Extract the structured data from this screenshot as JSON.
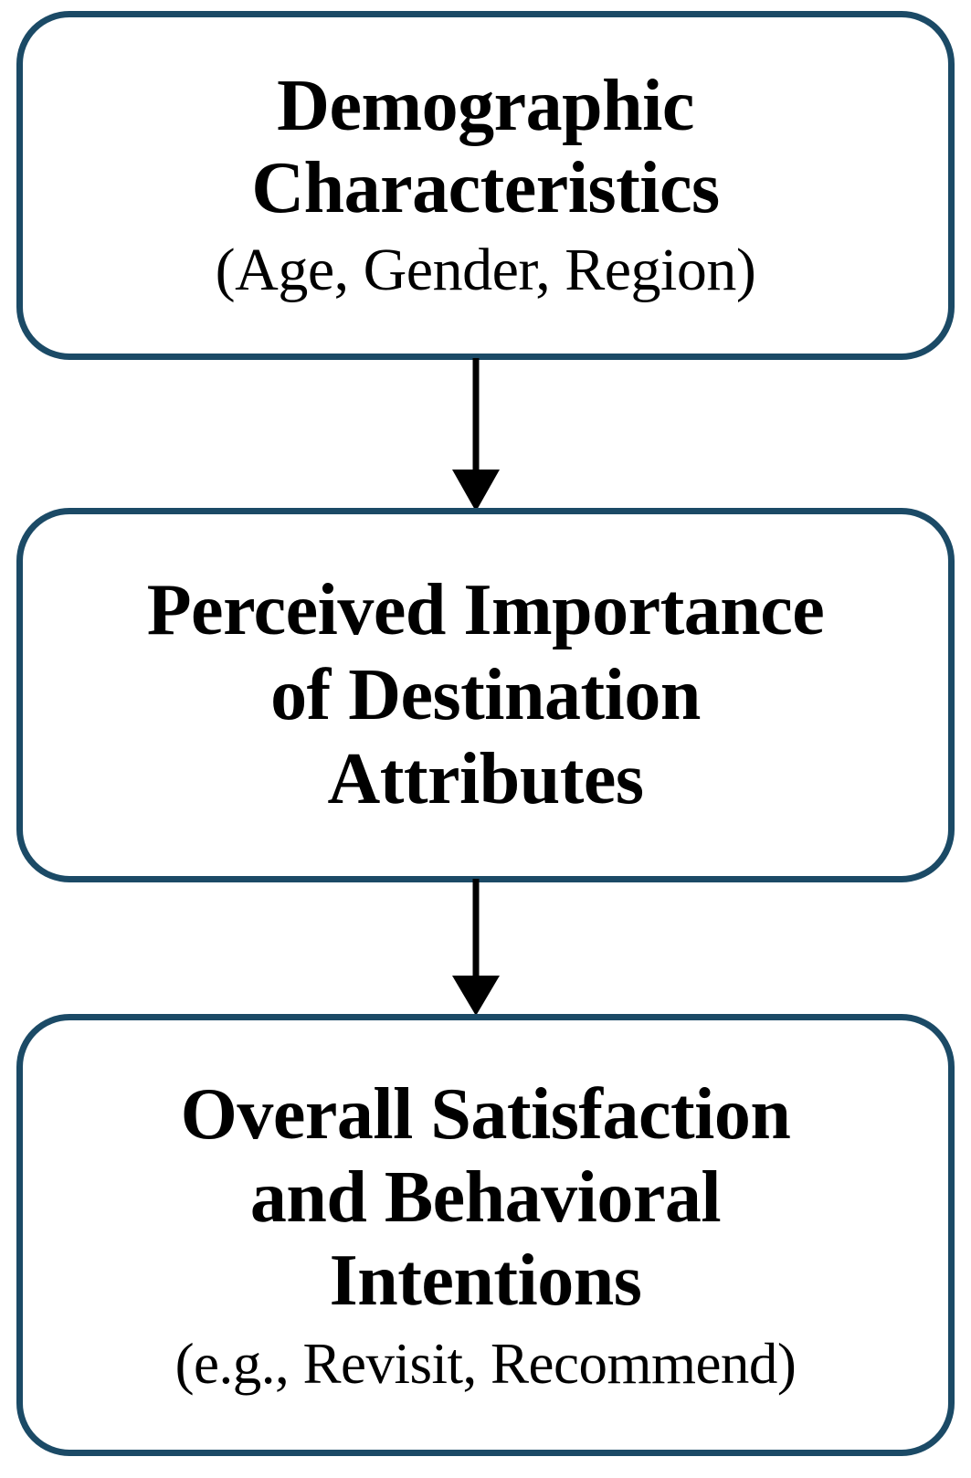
{
  "diagram": {
    "type": "flowchart",
    "orientation": "vertical",
    "colors": {
      "box_border": "#1b4a66",
      "box_fill": "#ffffff",
      "text": "#000000",
      "arrow": "#000000",
      "background": "#ffffff"
    },
    "nodes": [
      {
        "id": "demographics",
        "title": "Demographic Characteristics",
        "title_lines": [
          "Demographic",
          "Characteristics"
        ],
        "subtitle": "(Age, Gender, Region)"
      },
      {
        "id": "importance",
        "title": "Perceived Importance of Destination Attributes",
        "title_lines": [
          "Perceived Importance",
          "of Destination",
          "Attributes"
        ],
        "subtitle": ""
      },
      {
        "id": "satisfaction",
        "title": "Overall Satisfaction and Behavioral Intentions",
        "title_lines": [
          "Overall Satisfaction",
          "and Behavioral",
          "Intentions"
        ],
        "subtitle": "(e.g., Revisit,  Recommend)"
      }
    ],
    "edges": [
      {
        "id": "edge-1",
        "from": "demographics",
        "to": "importance",
        "label": "",
        "style": "solid-arrow-down"
      },
      {
        "id": "edge-2",
        "from": "importance",
        "to": "satisfaction",
        "label": "",
        "style": "solid-arrow-down"
      }
    ]
  }
}
